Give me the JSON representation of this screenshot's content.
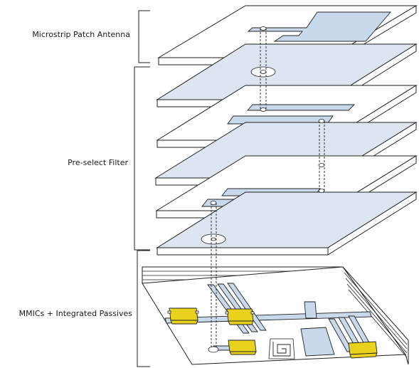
{
  "diagram": {
    "labels": {
      "antenna": "Microstrip Patch Antenna",
      "filter": "Pre-select Filter",
      "mmic": "MMICs + Integrated Passives"
    },
    "colors": {
      "layer_fill": "#dde6f0",
      "plate_white": "#ffffff",
      "trace": "#c8d9ec",
      "chip": "#e8d21c",
      "outline": "#222222"
    },
    "icons": [
      "via-icon",
      "aperture-icon",
      "spiral-inductor-icon",
      "chip-icon"
    ]
  }
}
